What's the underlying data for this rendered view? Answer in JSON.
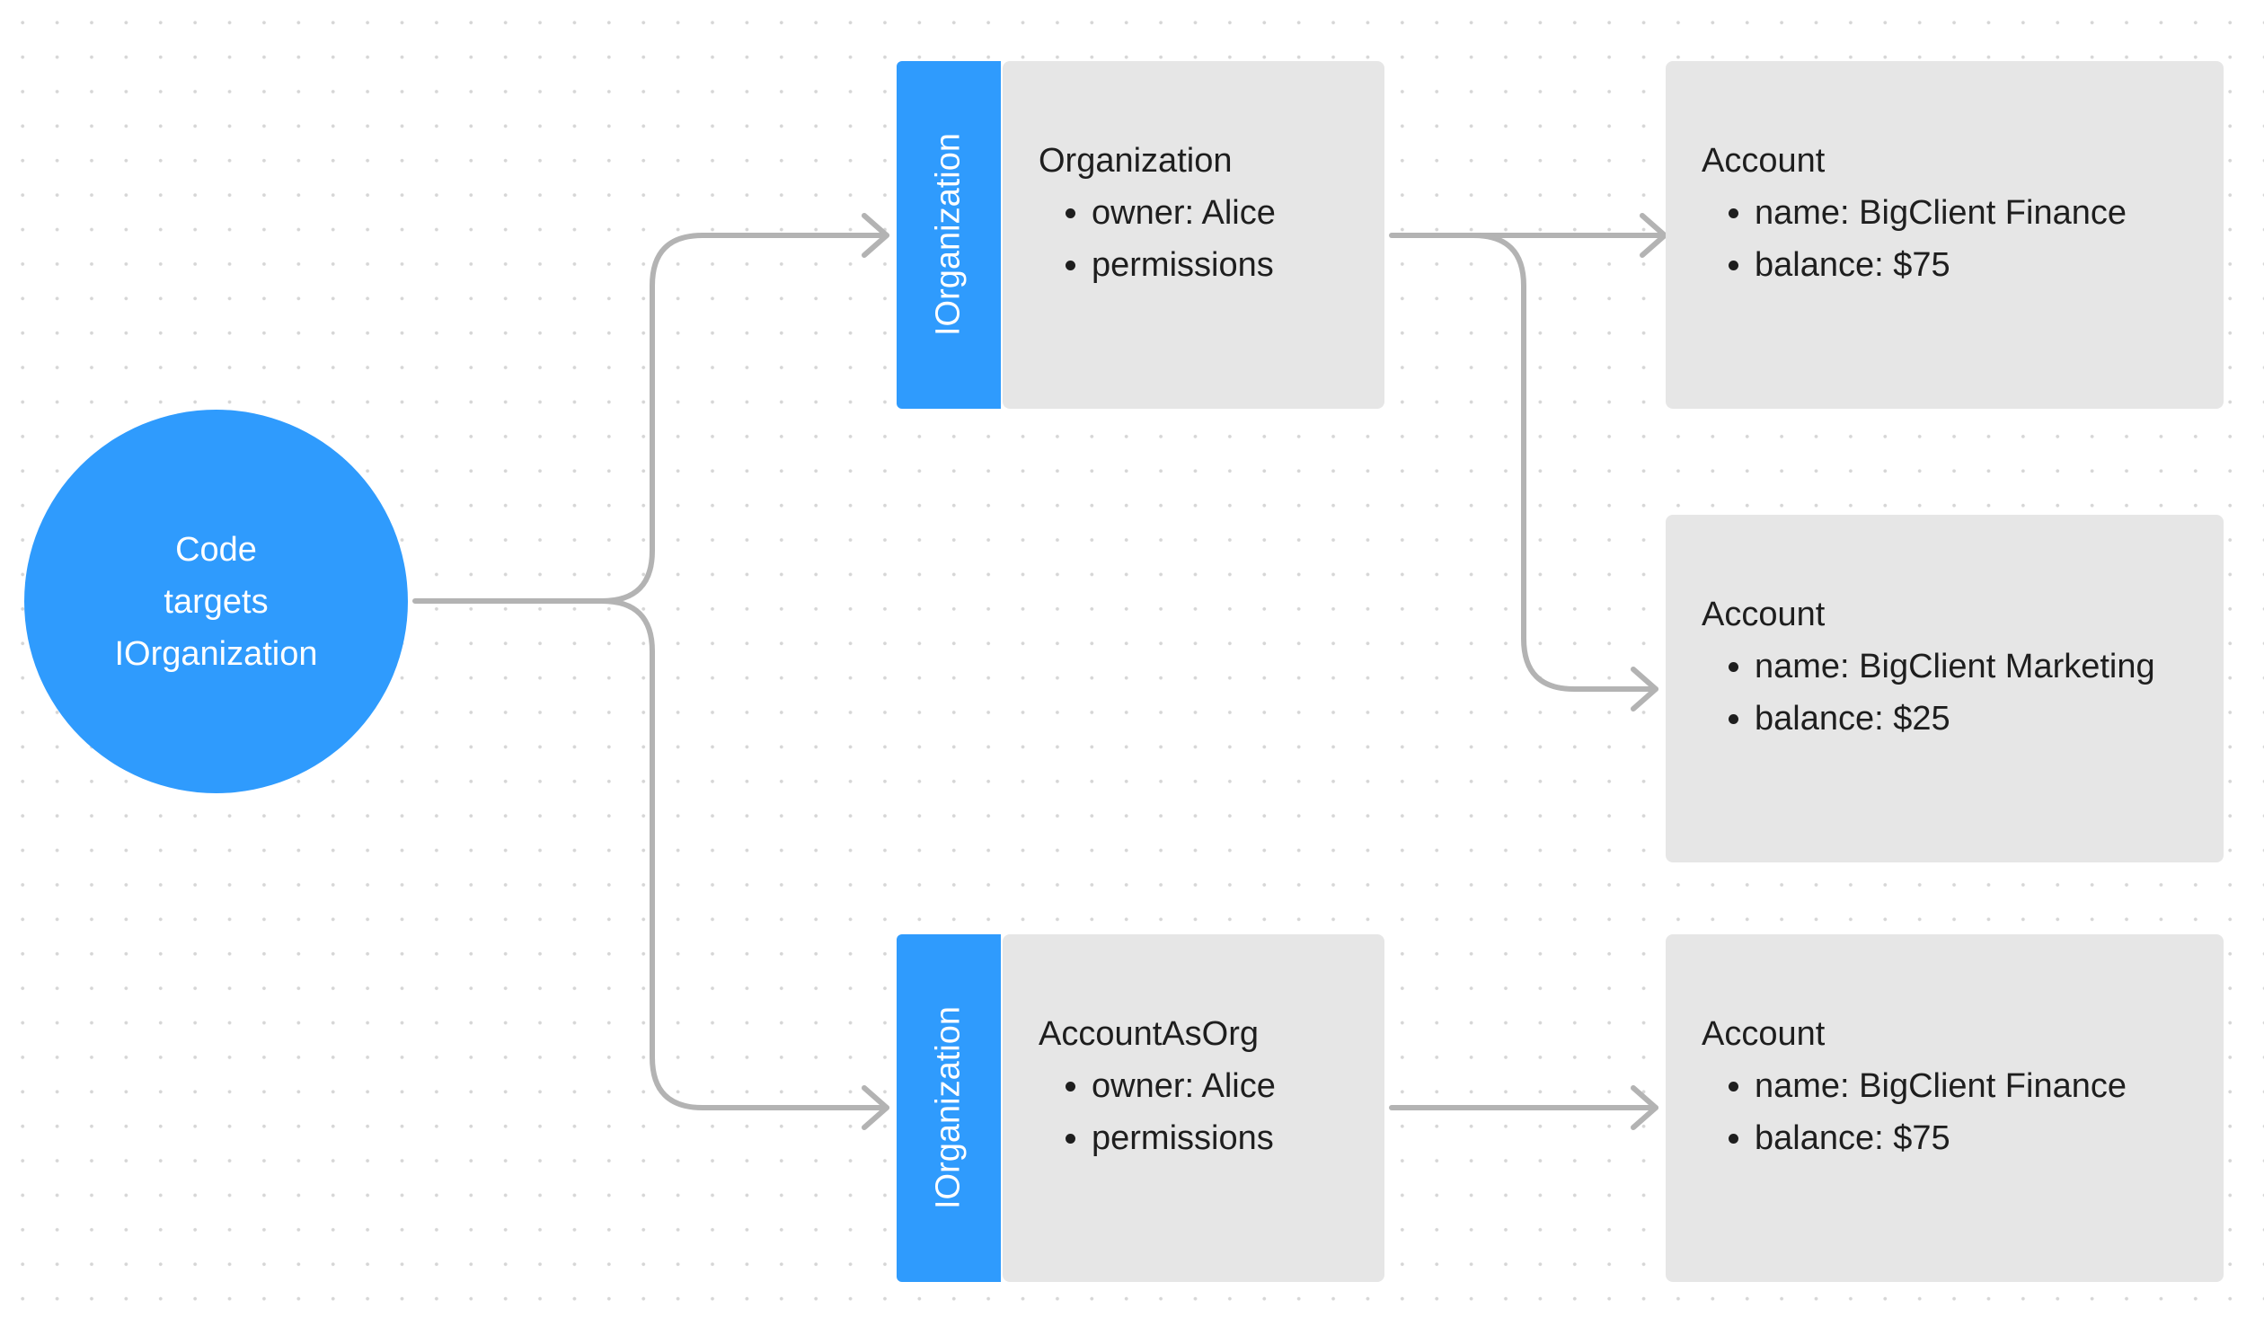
{
  "source": {
    "lines": [
      "Code",
      "targets",
      "IOrganization"
    ]
  },
  "nodes": [
    {
      "tab_label": "IOrganization",
      "title": "Organization",
      "items": [
        "owner: Alice",
        "permissions"
      ]
    },
    {
      "tab_label": "IOrganization",
      "title": "AccountAsOrg",
      "items": [
        "owner: Alice",
        "permissions"
      ]
    }
  ],
  "accounts": [
    {
      "title": "Account",
      "items": [
        "name: BigClient Finance",
        "balance: $75"
      ]
    },
    {
      "title": "Account",
      "items": [
        "name: BigClient Marketing",
        "balance: $25"
      ]
    },
    {
      "title": "Account",
      "items": [
        "name: BigClient Finance",
        "balance: $75"
      ]
    }
  ],
  "colors": {
    "accent_blue": "#2f9bfd",
    "card_gray": "#e6e6e6",
    "connector_gray": "#b3b3b3",
    "dot_grid": "#d6d6d6"
  }
}
